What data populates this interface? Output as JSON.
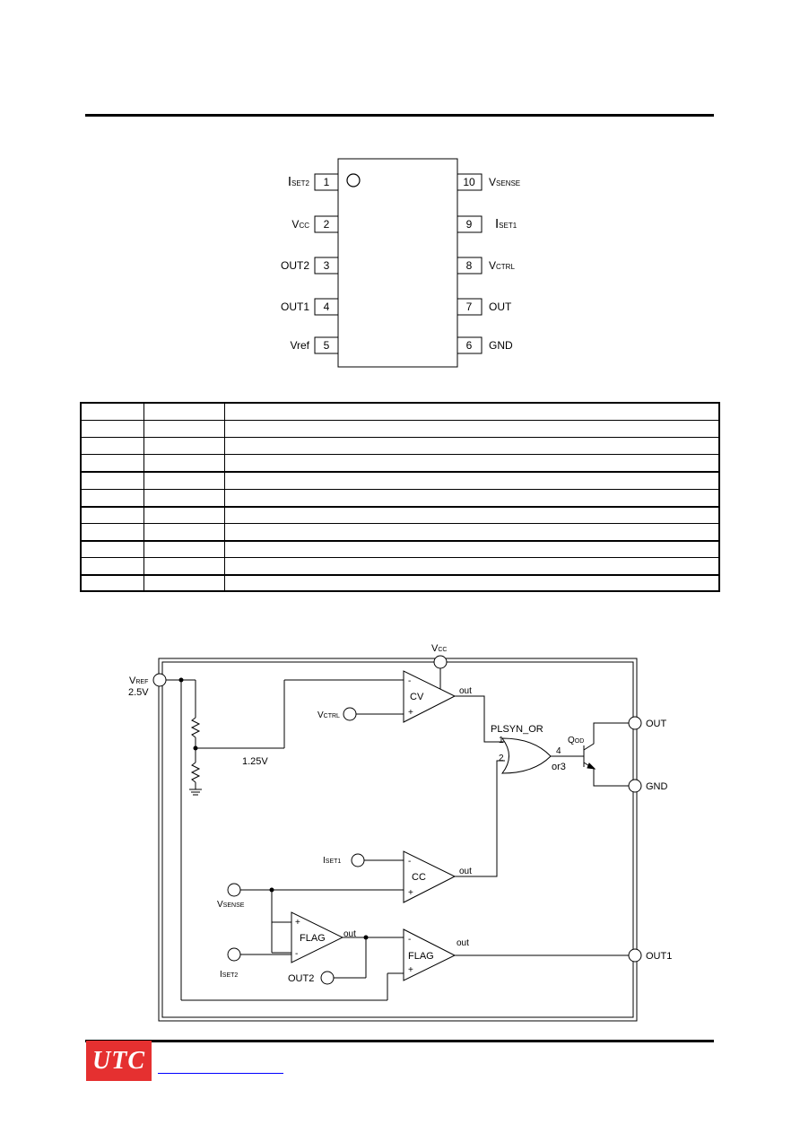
{
  "pinout": {
    "left_pins": [
      {
        "num": "1",
        "label": "I",
        "sub": "SET2"
      },
      {
        "num": "2",
        "label": "V",
        "sub": "CC"
      },
      {
        "num": "3",
        "label": "OUT2",
        "sub": ""
      },
      {
        "num": "4",
        "label": "OUT1",
        "sub": ""
      },
      {
        "num": "5",
        "label": "Vref",
        "sub": ""
      }
    ],
    "right_pins": [
      {
        "num": "10",
        "label": "V",
        "sub": "SENSE"
      },
      {
        "num": "9",
        "label": "I",
        "sub": "SET1"
      },
      {
        "num": "8",
        "label": "V",
        "sub": "CTRL"
      },
      {
        "num": "7",
        "label": "OUT",
        "sub": ""
      },
      {
        "num": "6",
        "label": "GND",
        "sub": ""
      }
    ]
  },
  "block_diagram": {
    "vref_label": "V",
    "vref_sub": "REF",
    "vref_value": "2.5V",
    "vcc_label": "V",
    "vcc_sub": "CC",
    "divider_voltage": "1.25V",
    "vctrl_label": "V",
    "vctrl_sub": "CTRL",
    "iset1_label": "I",
    "iset1_sub": "SET1",
    "vsense_label": "V",
    "vsense_sub": "SENSE",
    "iset2_label": "I",
    "iset2_sub": "SET2",
    "out2_label": "OUT2",
    "cv_label": "CV",
    "cc_label": "CC",
    "flag1_label": "FLAG",
    "flag2_label": "FLAG",
    "out_cv": "out",
    "out_cc": "out",
    "out_flag1": "out",
    "out_flag2": "out",
    "gate_name": "PLSYN_OR",
    "gate_sub": "or3",
    "gate_in1": "1",
    "gate_in2": "2",
    "gate_out": "4",
    "transistor_label": "Q",
    "transistor_sub": "OD",
    "pin_out": "OUT",
    "pin_gnd": "GND",
    "pin_out1": "OUT1",
    "minus": "-",
    "plus": "+"
  },
  "footer": {
    "logo": "UTC"
  }
}
